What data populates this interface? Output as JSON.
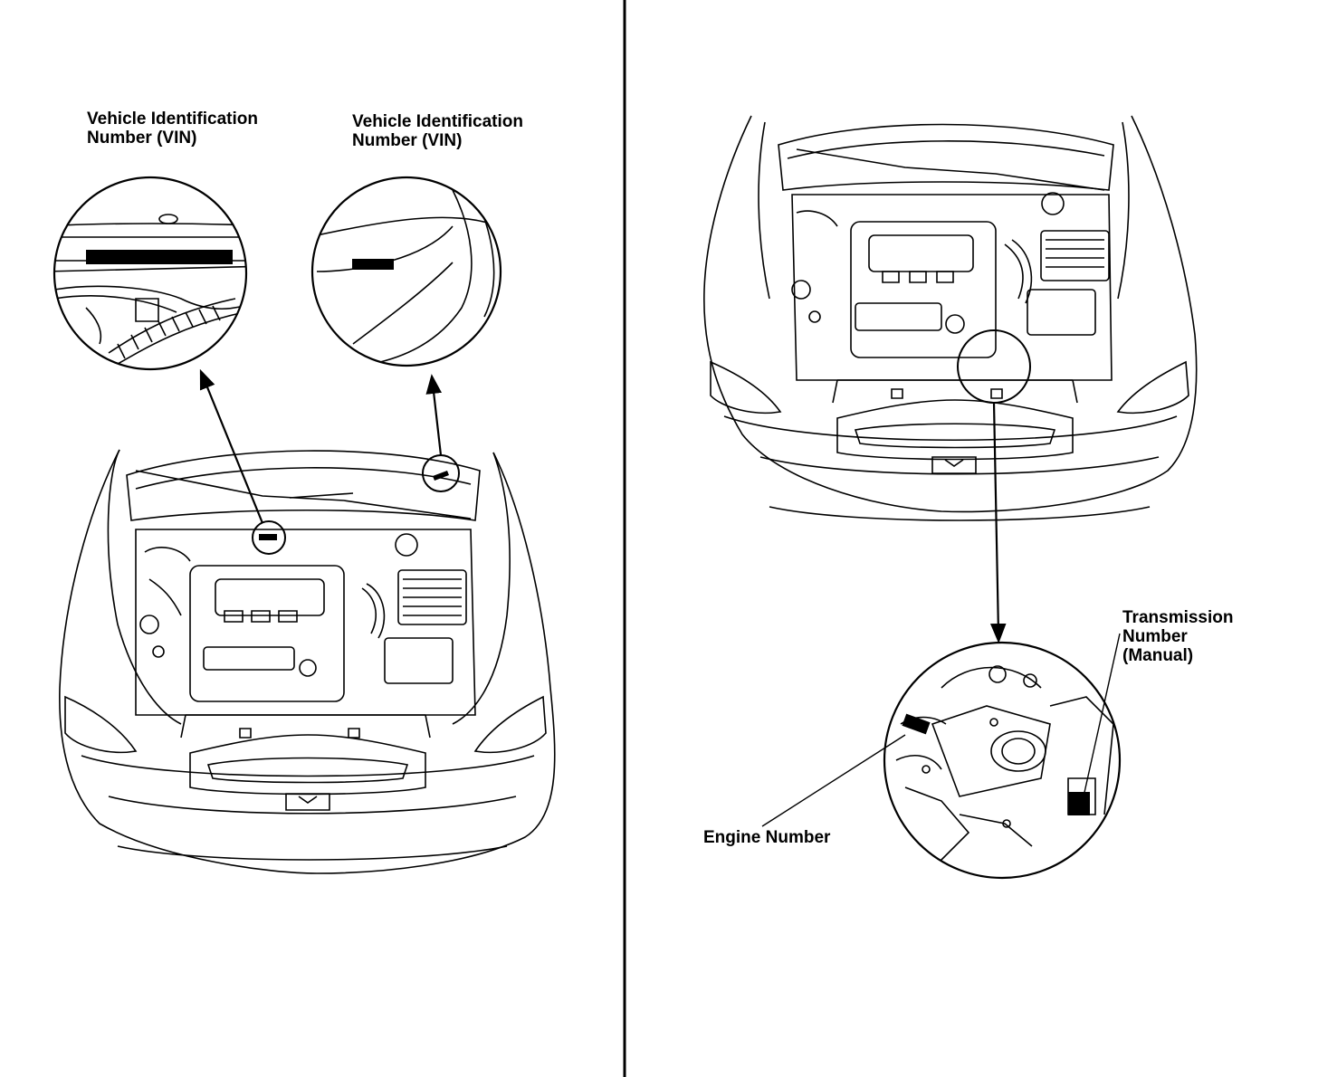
{
  "labels": {
    "vin_left": {
      "line1": "Vehicle Identification",
      "line2": "Number (VIN)"
    },
    "vin_right": {
      "line1": "Vehicle Identification",
      "line2": "Number (VIN)"
    },
    "transmission": {
      "line1": "Transmission",
      "line2": "Number",
      "line3": "(Manual)"
    },
    "engine": "Engine Number"
  },
  "colors": {
    "ink": "#000000",
    "paper": "#ffffff"
  }
}
